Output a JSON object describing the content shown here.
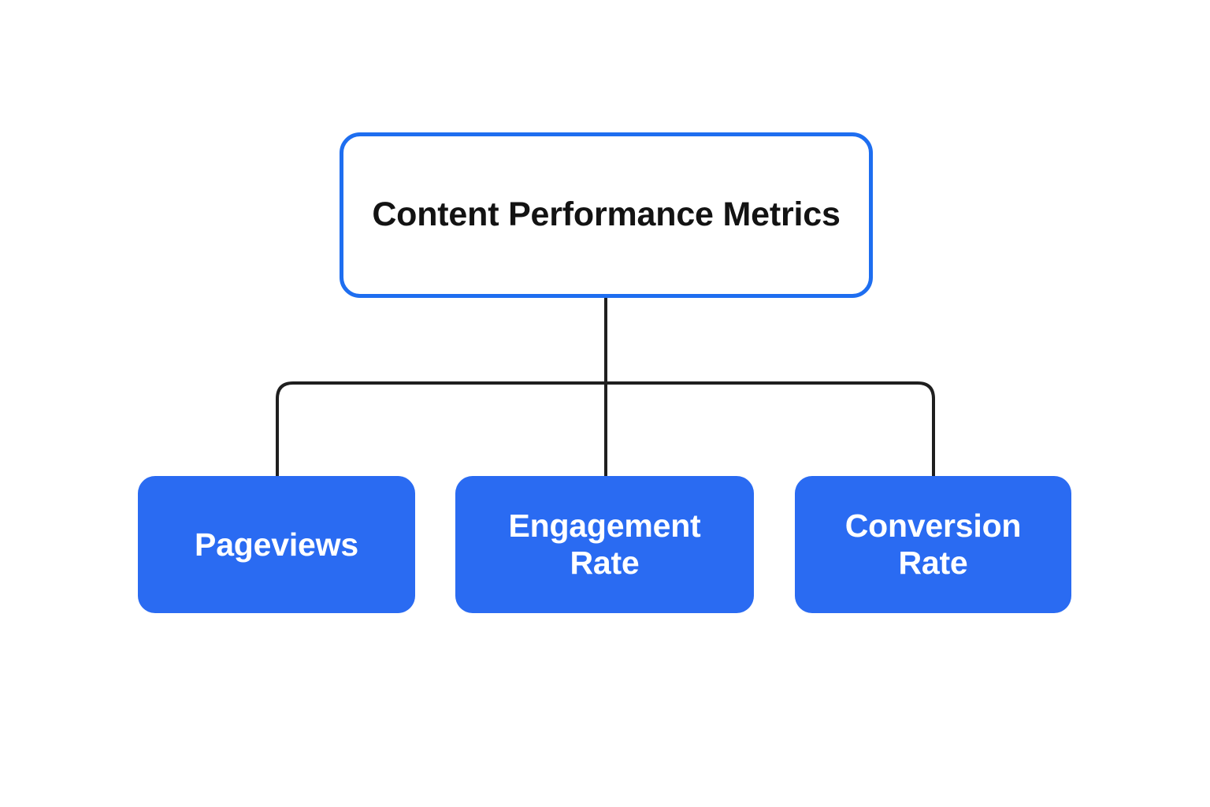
{
  "diagram": {
    "type": "tree-hierarchy",
    "orientation": "top-down",
    "background_color": "#ffffff",
    "root": {
      "label": "Content Performance Metrics",
      "fill_color": "#ffffff",
      "border_color": "#1e6ef0",
      "text_color": "#131313"
    },
    "children": [
      {
        "label": "Pageviews",
        "fill_color": "#2a6bf2",
        "text_color": "#ffffff"
      },
      {
        "label": "Engagement Rate",
        "fill_color": "#2a6bf2",
        "text_color": "#ffffff"
      },
      {
        "label": "Conversion Rate",
        "fill_color": "#2a6bf2",
        "text_color": "#ffffff"
      }
    ],
    "connectors": {
      "color": "#1f1f1f",
      "stroke_width": 4,
      "style": "orthogonal-rounded"
    }
  }
}
